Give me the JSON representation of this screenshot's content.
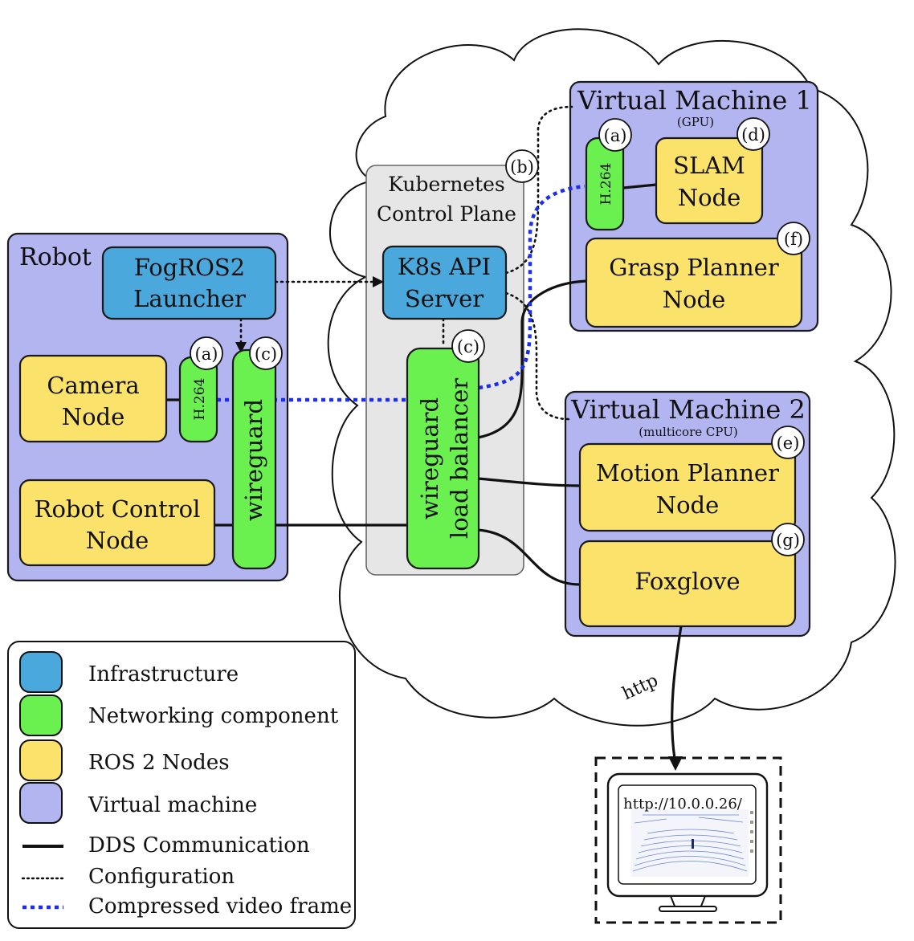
{
  "robot": {
    "title": "Robot",
    "launcher": [
      "FogROS2",
      "Launcher"
    ],
    "camera_node": [
      "Camera",
      "Node"
    ],
    "h264": "H.264",
    "h264_badge": "(a)",
    "wireguard": "wireguard",
    "wireguard_badge": "(c)",
    "control_node": [
      "Robot Control",
      "Node"
    ]
  },
  "kubernetes": {
    "title": [
      "Kubernetes",
      "Control Plane"
    ],
    "badge": "(b)",
    "api_server": [
      "K8s API",
      "Server"
    ],
    "load_balancer": [
      "wireguard",
      "load balancer"
    ],
    "load_balancer_badge": "(c)"
  },
  "vm1": {
    "title": "Virtual Machine 1",
    "subtitle": "(GPU)",
    "h264": "H.264",
    "h264_badge": "(a)",
    "slam": [
      "SLAM",
      "Node"
    ],
    "slam_badge": "(d)",
    "grasp": [
      "Grasp Planner",
      "Node"
    ],
    "grasp_badge": "(f)"
  },
  "vm2": {
    "title": "Virtual Machine 2",
    "subtitle": "(multicore  CPU)",
    "motion": [
      "Motion Planner",
      "Node"
    ],
    "motion_badge": "(e)",
    "foxglove": "Foxglove",
    "foxglove_badge": "(g)"
  },
  "http_label": "http",
  "monitor": {
    "url": "http://10.0.0.26/"
  },
  "legend": [
    {
      "kind": "swatch",
      "color": "#4aa8dc",
      "label": "Infrastructure"
    },
    {
      "kind": "swatch",
      "color": "#6af04f",
      "label": "Networking component"
    },
    {
      "kind": "swatch",
      "color": "#fbe26a",
      "label": "ROS 2 Nodes"
    },
    {
      "kind": "swatch",
      "color": "#b3b5f0",
      "label": "Virtual machine"
    },
    {
      "kind": "line-solid",
      "label": "DDS Communication"
    },
    {
      "kind": "line-dotted",
      "label": "Configuration"
    },
    {
      "kind": "line-blue-dotted",
      "label": "Compressed video frame"
    }
  ]
}
